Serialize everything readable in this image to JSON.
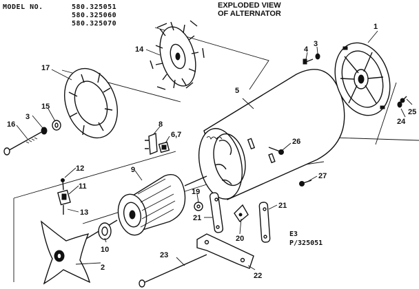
{
  "header": {
    "model_label": "MODEL NO.",
    "model_numbers": [
      "580.325051",
      "580.325060",
      "580.325070"
    ],
    "title_line1": "EXPLODED VIEW",
    "title_line2": "OF ALTERNATOR"
  },
  "footer": {
    "line1": "E3",
    "line2": "P/325051"
  },
  "callouts": [
    "1",
    "2",
    "3",
    "3",
    "4",
    "5",
    "6,7",
    "8",
    "9",
    "10",
    "11",
    "12",
    "13",
    "14",
    "15",
    "16",
    "17",
    "19",
    "20",
    "21",
    "21",
    "22",
    "23",
    "24",
    "25",
    "26",
    "27"
  ]
}
